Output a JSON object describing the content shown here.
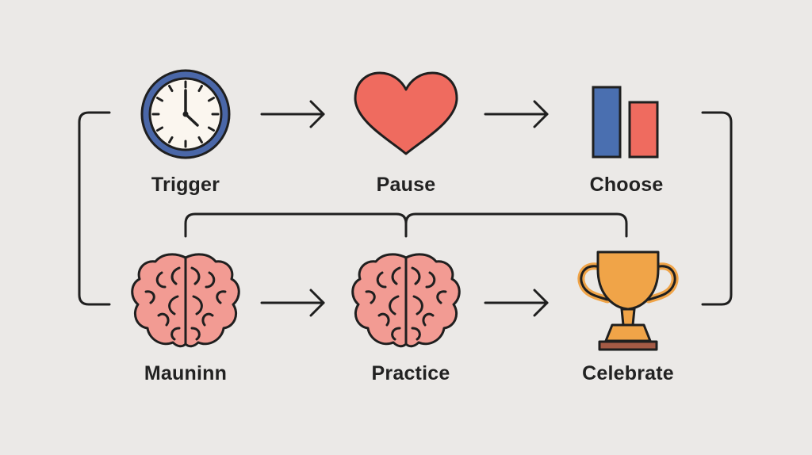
{
  "steps": [
    {
      "label": "Trigger",
      "icon": "clock-icon"
    },
    {
      "label": "Pause",
      "icon": "heart-icon"
    },
    {
      "label": "Choose",
      "icon": "bar-chart-icon"
    },
    {
      "label": "Mauninn",
      "icon": "brain-icon"
    },
    {
      "label": "Practice",
      "icon": "brain-icon"
    },
    {
      "label": "Celebrate",
      "icon": "trophy-icon"
    }
  ],
  "colors": {
    "background": "#ebe9e7",
    "ink": "#1f1f1f",
    "clock_ring": "#4a67a8",
    "clock_face": "#fbf6ef",
    "heart": "#ef6b5f",
    "bar_blue": "#4a6fb0",
    "bar_red": "#ef6b5f",
    "brain": "#f29b93",
    "trophy": "#f0a448",
    "trophy_base": "#a45a45"
  }
}
